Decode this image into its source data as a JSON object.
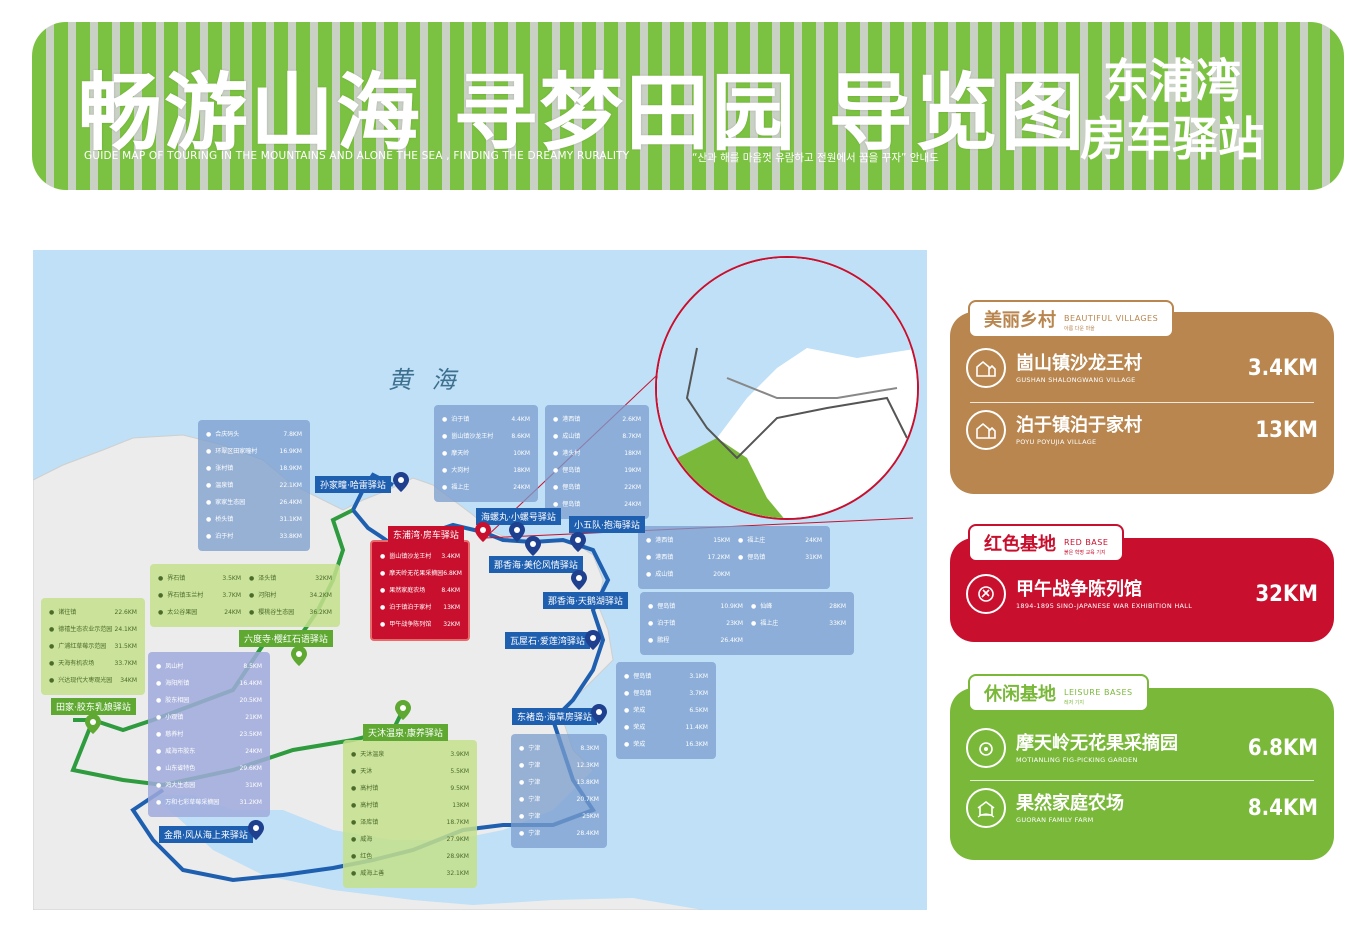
{
  "header": {
    "title": "畅游山海 寻梦田园 导览图",
    "subtitle_en": "GUIDE MAP OF TOURING IN THE MOUNTAINS AND ALONE THE SEA , FINDING THE DREAMY RURALITY",
    "subtitle_ko": "“산과 해를 마음껏 유람하고 전원에서 꿈을 꾸자” 안내도",
    "station": "东浦湾\n房车驿站"
  },
  "map": {
    "sea_label": "黄 海",
    "route_stations": [
      {
        "label": "东浦湾·房车驿站",
        "style": "red"
      },
      {
        "label": "孙家疃·哈雷驿站",
        "style": "blue"
      },
      {
        "label": "海螺丸·小螺号驿站",
        "style": "blue"
      },
      {
        "label": "小五队·抱海驿站",
        "style": "blue"
      },
      {
        "label": "那香海·美伦风情驿站",
        "style": "blue"
      },
      {
        "label": "那香海·天鹅湖驿站",
        "style": "blue"
      },
      {
        "label": "瓦屋石·爱莲湾驿站",
        "style": "blue"
      },
      {
        "label": "东褚岛·海草房驿站",
        "style": "blue"
      },
      {
        "label": "金鼎·风从海上来驿站",
        "style": "blue"
      },
      {
        "label": "六度寺·樱红石语驿站",
        "style": "green"
      },
      {
        "label": "田家·胶东乳娘驿站",
        "style": "green"
      },
      {
        "label": "天沐温泉·康养驿站",
        "style": "green"
      }
    ],
    "red_box": [
      {
        "name": "崮山镇沙龙王村",
        "km": "3.4KM"
      },
      {
        "name": "摩天岭无花果采摘园",
        "km": "6.8KM"
      },
      {
        "name": "果然家庭农场",
        "km": "8.4KM"
      },
      {
        "name": "泊于镇泊于家村",
        "km": "13KM"
      },
      {
        "name": "甲午战争陈列馆",
        "km": "32KM"
      }
    ],
    "box_nw": [
      {
        "name": "合庆码头",
        "km": "7.8KM"
      },
      {
        "name": "环翠区田家疃村",
        "km": "16.9KM"
      },
      {
        "name": "张村镇",
        "km": "18.9KM"
      },
      {
        "name": "温泉镇",
        "km": "22.1KM"
      },
      {
        "name": "家家生态园",
        "km": "26.4KM"
      },
      {
        "name": "桥头镇",
        "km": "31.1KM"
      },
      {
        "name": "泊于村",
        "km": "33.8KM"
      }
    ],
    "box_w1": [
      {
        "name": "界石镇",
        "km": "3.5KM"
      },
      {
        "name": "界石镇玉兰村",
        "km": "3.7KM"
      },
      {
        "name": "太公谷果园",
        "km": "24KM"
      },
      {
        "name": "泽头镇",
        "km": "32KM"
      },
      {
        "name": "河阳村",
        "km": "34.2KM"
      },
      {
        "name": "樱桃谷生态园",
        "km": "36.2KM"
      }
    ],
    "box_w2": [
      {
        "name": "诸往镇",
        "km": "22.6KM"
      },
      {
        "name": "德禧生态农业示范园",
        "km": "24.1KM"
      },
      {
        "name": "广浦红草莓示范园",
        "km": "31.5KM"
      },
      {
        "name": "天海有机农场",
        "km": "33.7KM"
      },
      {
        "name": "兴达现代大枣观光园",
        "km": "34KM"
      }
    ],
    "box_sw": [
      {
        "name": "凤山村",
        "km": "8.5KM"
      },
      {
        "name": "海阳所镇",
        "km": "16.4KM"
      },
      {
        "name": "胶东相园",
        "km": "20.5KM"
      },
      {
        "name": "小观镇",
        "km": "21KM"
      },
      {
        "name": "慈养村",
        "km": "23.5KM"
      },
      {
        "name": "威海市胶东",
        "km": "24KM"
      },
      {
        "name": "山东省特色",
        "km": "29.6KM"
      },
      {
        "name": "鸿大生态园",
        "km": "31KM"
      },
      {
        "name": "万和七彩草莓采摘园",
        "km": "31.2KM"
      }
    ],
    "box_n1": [
      {
        "name": "泊于镇",
        "km": "4.4KM"
      },
      {
        "name": "崮山镇沙龙王村",
        "km": "8.6KM"
      },
      {
        "name": "摩天岭",
        "km": "10KM"
      },
      {
        "name": "大岗村",
        "km": "18KM"
      },
      {
        "name": "福上庄",
        "km": "24KM"
      }
    ],
    "box_n2": [
      {
        "name": "港西镇",
        "km": "2.6KM"
      },
      {
        "name": "成山镇",
        "km": "8.7KM"
      },
      {
        "name": "港头村",
        "km": "18KM"
      },
      {
        "name": "俚岛镇",
        "km": "19KM"
      },
      {
        "name": "俚岛镇",
        "km": "22KM"
      },
      {
        "name": "俚岛镇",
        "km": "24KM"
      }
    ],
    "box_e1": [
      {
        "name": "港西镇",
        "km": "15KM"
      },
      {
        "name": "港西镇",
        "km": "17.2KM"
      },
      {
        "name": "成山镇",
        "km": "20KM"
      },
      {
        "name": "福上庄",
        "km": "24KM"
      },
      {
        "name": "俚岛镇",
        "km": "31KM"
      }
    ],
    "box_e2": [
      {
        "name": "俚岛镇",
        "km": "10.9KM"
      },
      {
        "name": "泊于镇",
        "km": "23KM"
      },
      {
        "name": "鹏程",
        "km": "26.4KM"
      },
      {
        "name": "仙峰",
        "km": "28KM"
      },
      {
        "name": "福上庄",
        "km": "33KM"
      }
    ],
    "box_e3": [
      {
        "name": "俚岛镇",
        "km": "3.1KM"
      },
      {
        "name": "俚岛镇",
        "km": "3.7KM"
      },
      {
        "name": "荣成",
        "km": "6.5KM"
      },
      {
        "name": "荣成",
        "km": "11.4KM"
      },
      {
        "name": "荣成",
        "km": "16.3KM"
      }
    ],
    "box_se": [
      {
        "name": "宁津",
        "km": "8.3KM"
      },
      {
        "name": "宁津",
        "km": "12.3KM"
      },
      {
        "name": "宁津",
        "km": "13.8KM"
      },
      {
        "name": "宁津",
        "km": "20.7KM"
      },
      {
        "name": "宁津",
        "km": "25KM"
      },
      {
        "name": "宁津",
        "km": "28.4KM"
      }
    ],
    "box_s": [
      {
        "name": "天沐温泉",
        "km": "3.9KM"
      },
      {
        "name": "天沐",
        "km": "5.5KM"
      },
      {
        "name": "高村镇",
        "km": "9.5KM"
      },
      {
        "name": "高村镇",
        "km": "13KM"
      },
      {
        "name": "泽库镇",
        "km": "18.7KM"
      },
      {
        "name": "威海",
        "km": "27.9KM"
      },
      {
        "name": "红色",
        "km": "28.9KM"
      },
      {
        "name": "威海上善",
        "km": "32.1KM"
      }
    ]
  },
  "legend": {
    "beautiful_villages": {
      "title_cn": "美丽乡村",
      "title_en": "BEAUTIFUL VILLAGES",
      "title_ko": "아름 다운 마을",
      "color": "#b8864e",
      "items": [
        {
          "cn": "崮山镇沙龙王村",
          "en": "GUSHAN SHALONGWANG VILLAGE",
          "km": "3.4KM"
        },
        {
          "cn": "泊于镇泊于家村",
          "en": "POYU POYUJIA VILLAGE",
          "km": "13KM"
        }
      ]
    },
    "red_base": {
      "title_cn": "红色基地",
      "title_en": "RED BASE",
      "title_ko": "붉은 혁명 교육 기지",
      "color": "#c8102e",
      "items": [
        {
          "cn": "甲午战争陈列馆",
          "en": "1894-1895 SINO-JAPANESE WAR EXHIBITION HALL",
          "km": "32KM"
        }
      ]
    },
    "leisure_bases": {
      "title_cn": "休闲基地",
      "title_en": "LEISURE BASES",
      "title_ko": "레저 기지",
      "color": "#7ab83a",
      "items": [
        {
          "cn": "摩天岭无花果采摘园",
          "en": "MOTIANLING FIG-PICKING GARDEN",
          "km": "6.8KM"
        },
        {
          "cn": "果然家庭农场",
          "en": "GUORAN FAMILY FARM",
          "km": "8.4KM"
        }
      ]
    }
  }
}
